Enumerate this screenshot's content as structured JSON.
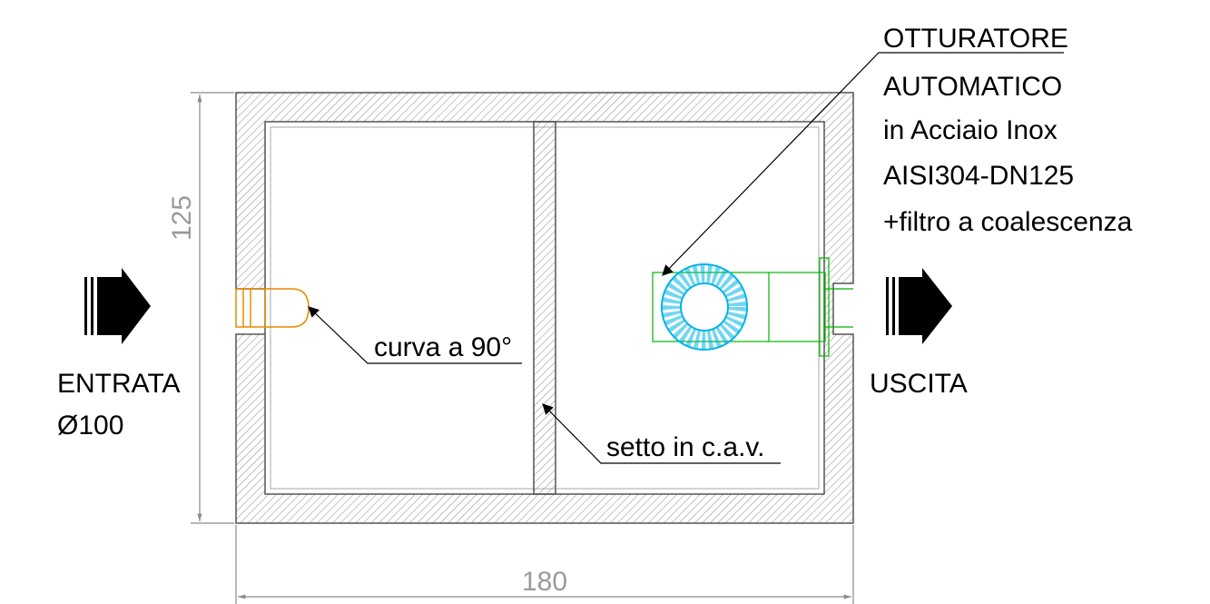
{
  "labels": {
    "inlet_title": "ENTRATA",
    "inlet_diameter": "Ø100",
    "outlet_title": "USCITA",
    "bend_label": "curva a 90°",
    "wall_label": "setto in c.a.v.",
    "valve_line1": "OTTURATORE",
    "valve_line2": "AUTOMATICO",
    "valve_line3": "in Acciaio Inox",
    "valve_line4": "AISI304-DN125",
    "valve_line5": "+filtro a coalescenza"
  },
  "dimensions": {
    "height": "125",
    "width": "180"
  },
  "colors": {
    "wall": "#555555",
    "hatch": "#8a8a8a",
    "dimension": "#9a9a9a",
    "inlet_bend": "#e58a00",
    "valve_body": "#00b400",
    "filter": "#00b4e6",
    "arrow": "#000000"
  }
}
